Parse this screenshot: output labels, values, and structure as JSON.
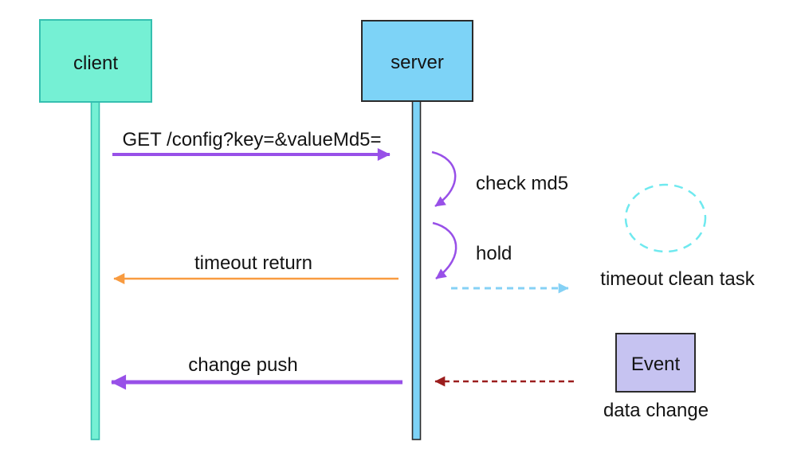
{
  "diagram": {
    "actors": [
      {
        "id": "client",
        "label": "client"
      },
      {
        "id": "server",
        "label": "server"
      }
    ],
    "labels": {
      "get_request": "GET /config?key=&valueMd5=",
      "check_md5": "check md5",
      "hold": "hold",
      "timeout_return": "timeout return",
      "timeout_clean_task": "timeout clean task",
      "change_push": "change push",
      "event": "Event",
      "data_change": "data change"
    }
  },
  "colors": {
    "background": "#ffffff",
    "label_text": "#141414",
    "client_box_fill": "#75f0d4",
    "client_box_border": "#35bfb0",
    "server_box_fill": "#7dd3f7",
    "server_box_border": "#2b2b2b",
    "event_box_fill": "#c6c3f1",
    "event_box_border": "#2b2b2b",
    "arrow_purple": "#9850e8",
    "arrow_orange": "#f89b40",
    "arrow_blue_dashed": "#85d1f5",
    "arrow_darkred_dashed": "#9b1d1d",
    "ellipse_cyan": "#6fe9ef"
  }
}
